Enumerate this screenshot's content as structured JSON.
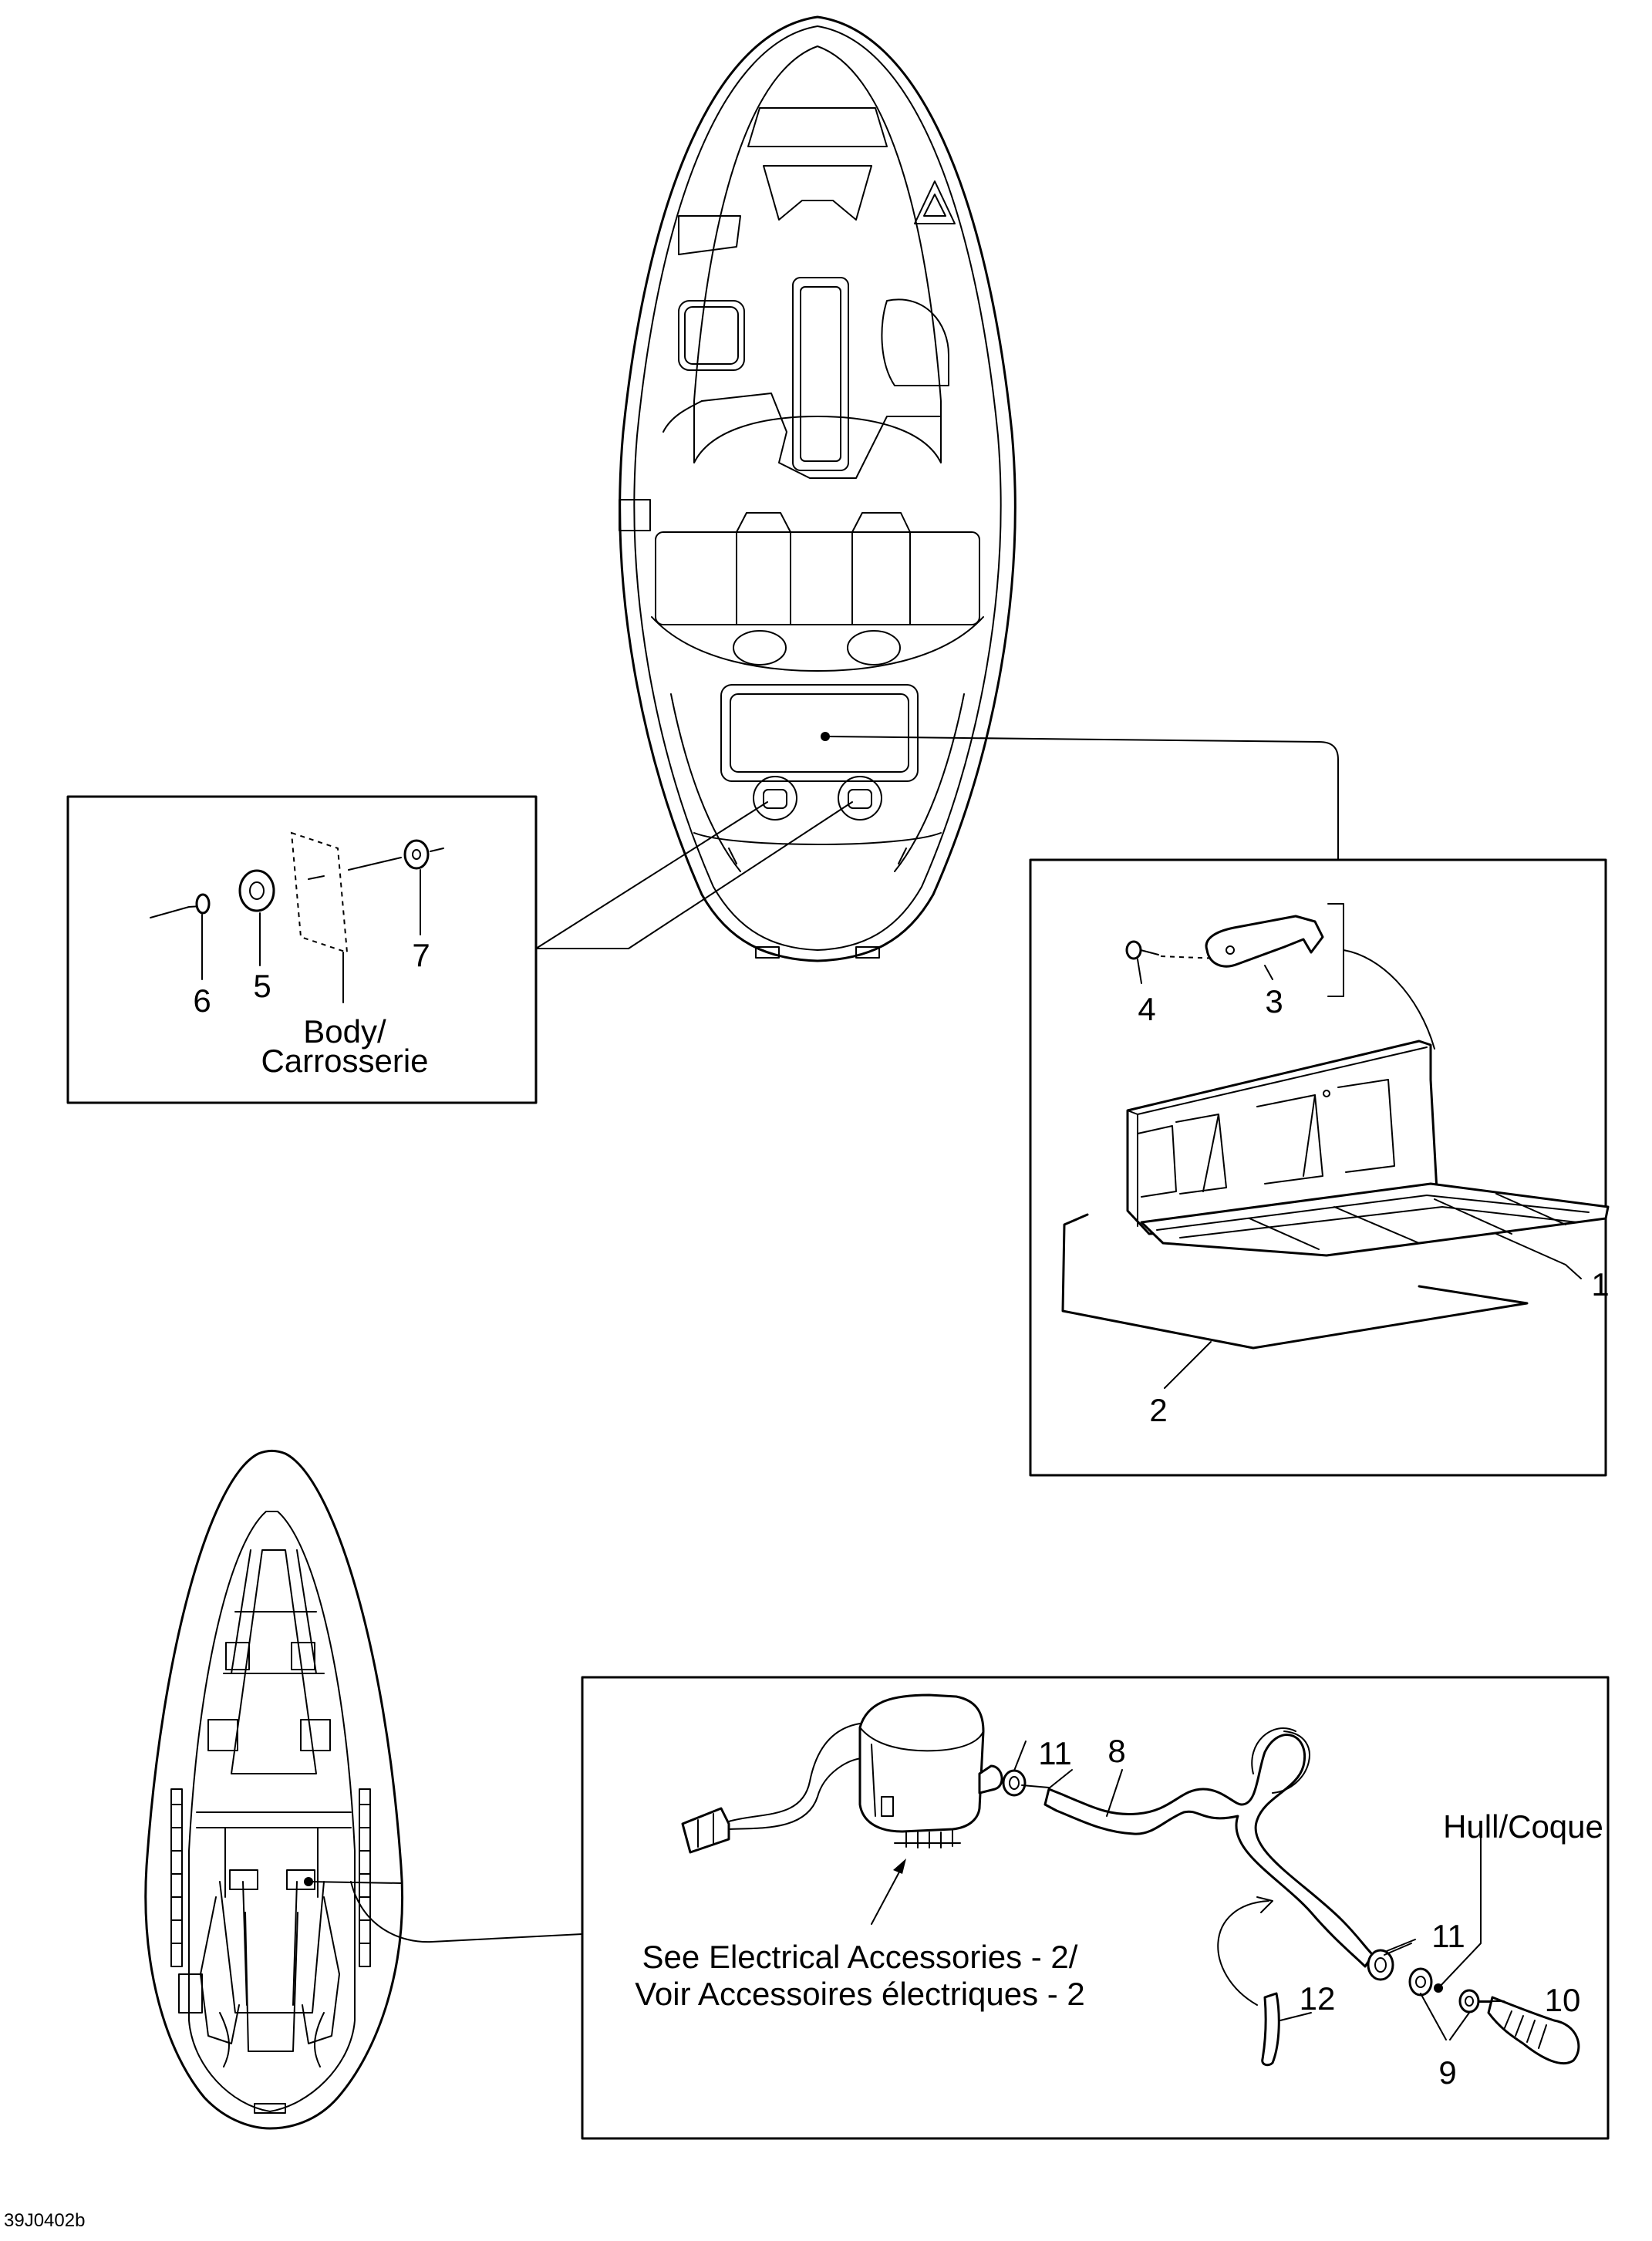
{
  "diagram_code": "39J0402b",
  "callouts": {
    "c1": "1",
    "c2": "2",
    "c3": "3",
    "c4": "4",
    "c5": "5",
    "c6": "6",
    "c7": "7",
    "c8": "8",
    "c9": "9",
    "c10": "10",
    "c11a": "11",
    "c11b": "11",
    "c12": "12"
  },
  "labels": {
    "body_line1": "Body/",
    "body_line2": "Carrosserie",
    "hull": "Hull/Coque",
    "electrical_line1": "See Electrical Accessories - 2/",
    "electrical_line2": "Voir Accessoires électriques - 2"
  }
}
